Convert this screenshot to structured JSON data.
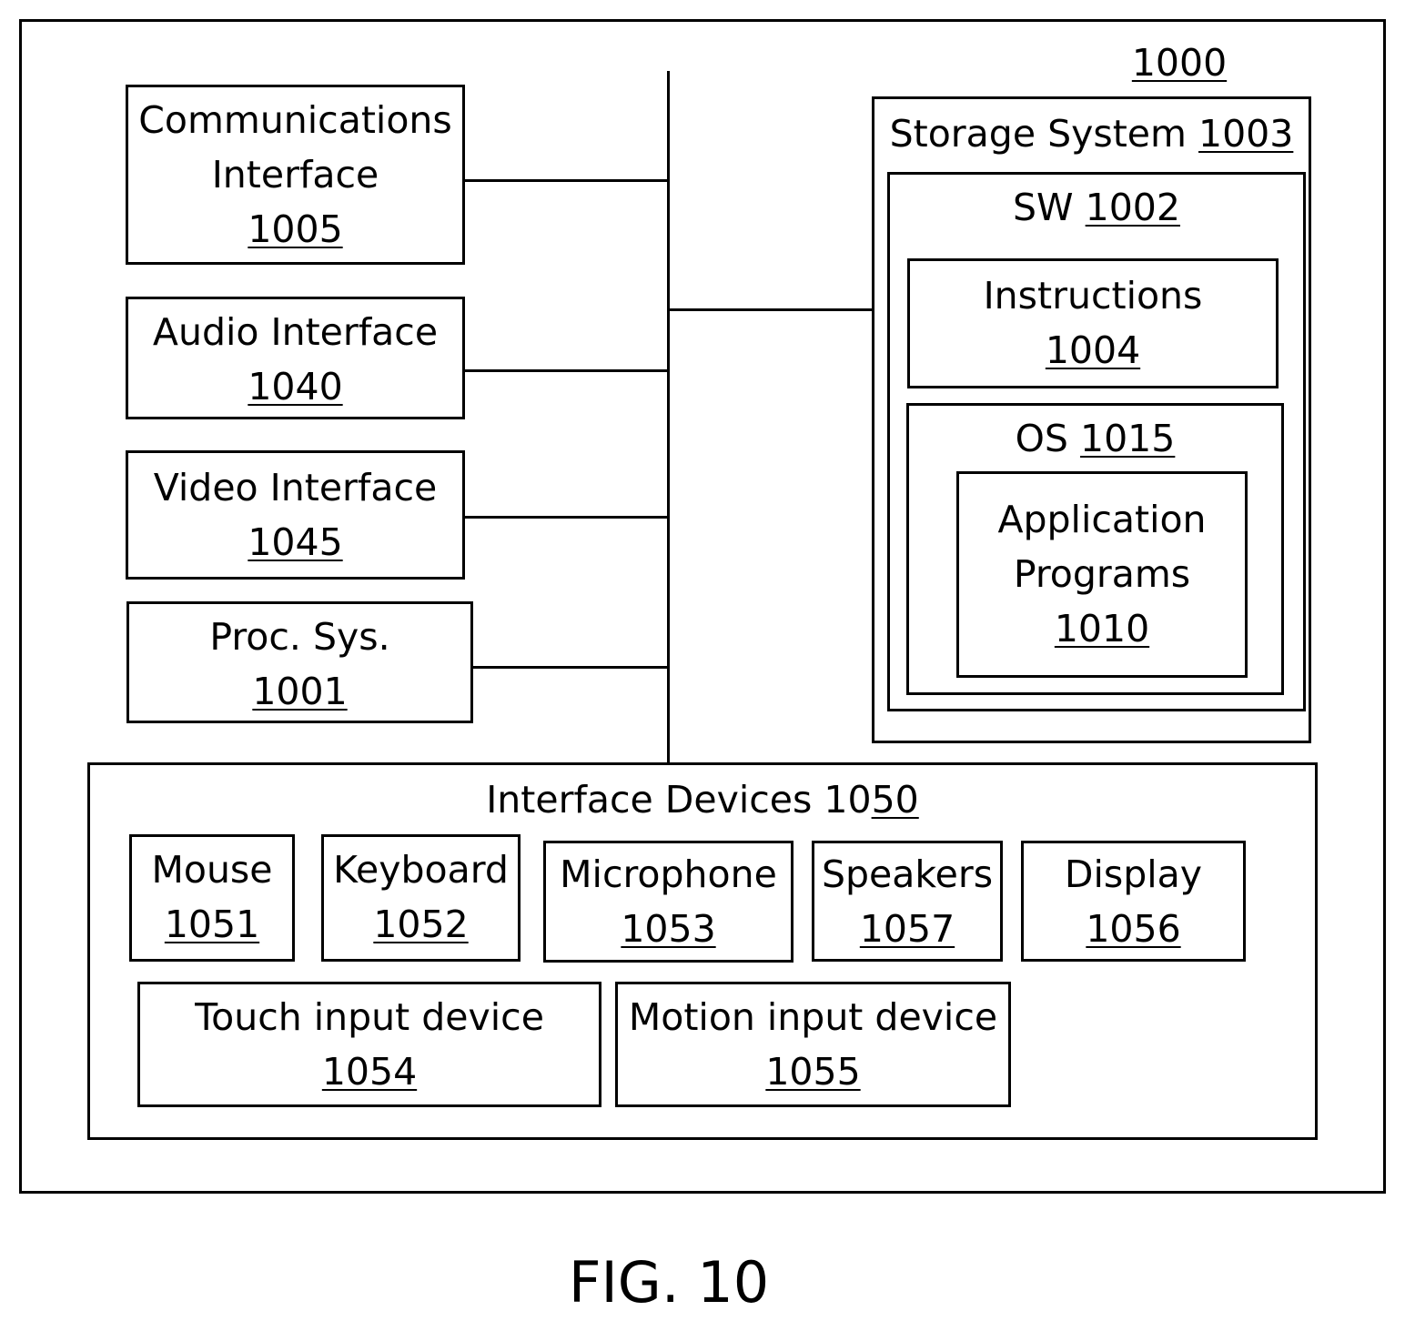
{
  "system_ref": "1000",
  "communications_interface": {
    "line1": "Communications",
    "line2": "Interface",
    "ref": "1005"
  },
  "audio_interface": {
    "label": "Audio Interface",
    "ref": "1040"
  },
  "video_interface": {
    "label": "Video Interface",
    "ref": "1045"
  },
  "proc_sys": {
    "label": "Proc. Sys.",
    "ref": "1001"
  },
  "storage_system": {
    "label": "Storage System",
    "ref": "1003"
  },
  "sw": {
    "label": "SW",
    "ref": "1002"
  },
  "instructions": {
    "label": "Instructions",
    "ref": "1004"
  },
  "os": {
    "label": "OS",
    "ref": "1015"
  },
  "application_programs": {
    "line1": "Application",
    "line2": "Programs",
    "ref": "1010"
  },
  "interface_devices": {
    "label": "Interface Devices 10",
    "ref_underlined": "50"
  },
  "devices": {
    "mouse": {
      "label": "Mouse",
      "ref": "1051"
    },
    "keyboard": {
      "label": "Keyboard",
      "ref": "1052"
    },
    "microphone": {
      "label": "Microphone",
      "ref": "1053"
    },
    "speakers": {
      "label": "Speakers",
      "ref": "1057"
    },
    "display": {
      "label": "Display",
      "ref": "1056"
    },
    "touch": {
      "label": "Touch input device",
      "ref": "1054"
    },
    "motion": {
      "label": "Motion input device",
      "ref": "1055"
    }
  },
  "figure_caption": "FIG. 10"
}
